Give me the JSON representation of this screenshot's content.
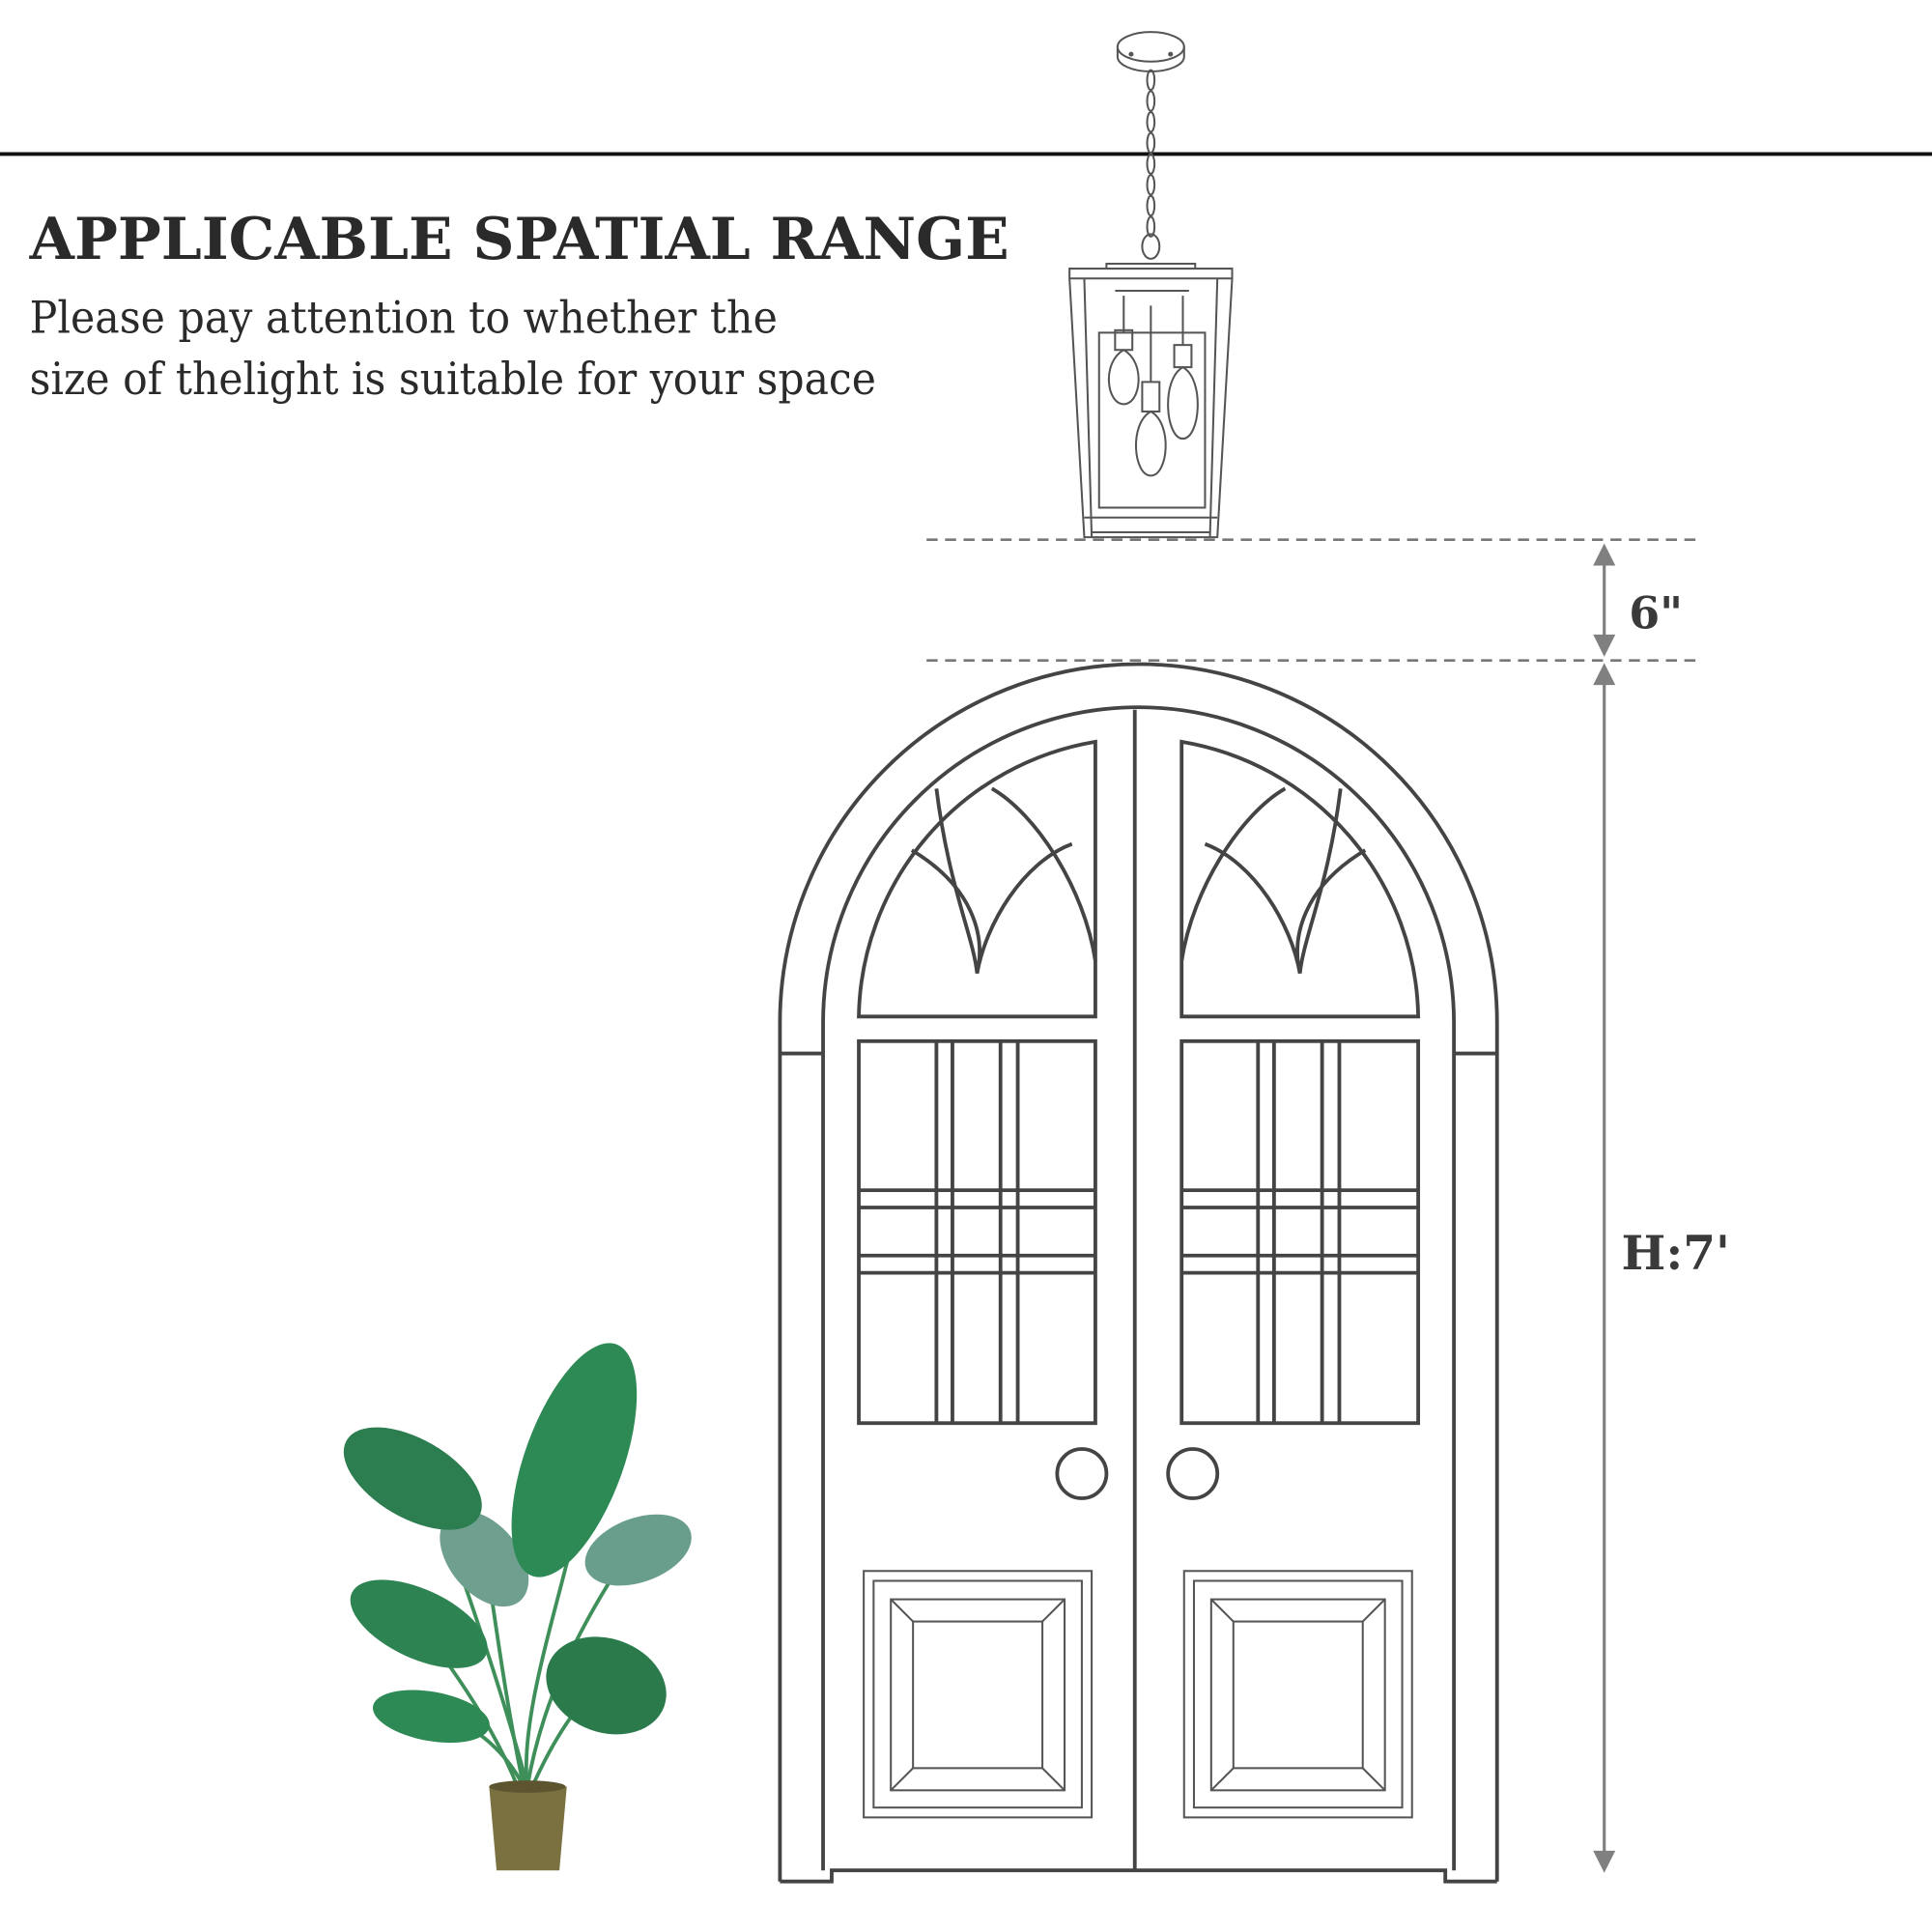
{
  "header": {
    "title": "APPLICABLE SPATIAL RANGE",
    "subtitle_line1": "Please pay attention to whether the",
    "subtitle_line2": "size of thelight is suitable for your space"
  },
  "dimensions": {
    "clearance_label": "6\"",
    "door_height_label": "H:7'"
  },
  "colors": {
    "text": "#2a2a2a",
    "line": "#444444",
    "dimension": "#808080",
    "leaf": "#2e8a55",
    "leaf_light": "#6a9e8c",
    "pot": "#7a7040"
  }
}
